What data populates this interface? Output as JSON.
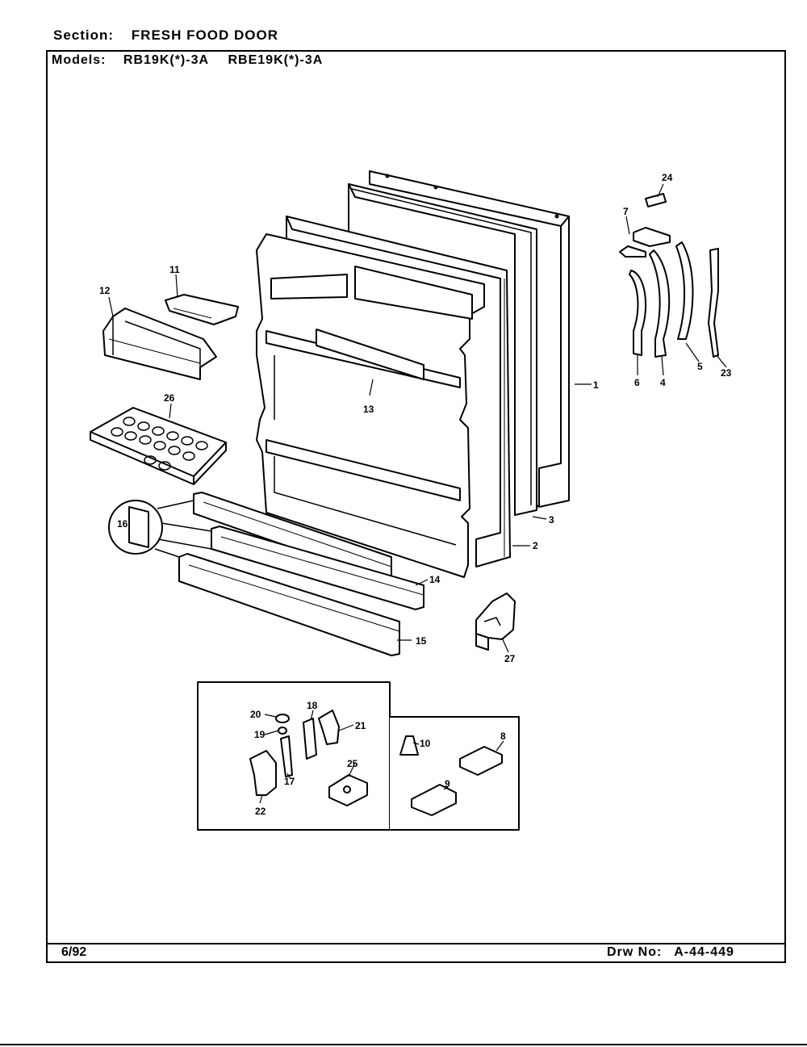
{
  "header": {
    "section_label": "Section:",
    "section_value": "FRESH FOOD DOOR",
    "models_label": "Models:",
    "models": [
      "RB19K(*)-3A",
      "RBE19K(*)-3A"
    ]
  },
  "footer": {
    "date": "6/92",
    "drawing_label": "Drw No:",
    "drawing_number": "A-44-449"
  },
  "callouts": {
    "c1": "1",
    "c2": "2",
    "c3": "3",
    "c4": "4",
    "c5": "5",
    "c6": "6",
    "c7": "7",
    "c8": "8",
    "c9": "9",
    "c10": "10",
    "c11": "11",
    "c12": "12",
    "c13": "13",
    "c14": "14",
    "c15": "15",
    "c16": "16",
    "c17": "17",
    "c18": "18",
    "c19": "19",
    "c20": "20",
    "c21": "21",
    "c22": "22",
    "c23": "23",
    "c24": "24",
    "c25": "25",
    "c26": "26",
    "c27": "27"
  }
}
